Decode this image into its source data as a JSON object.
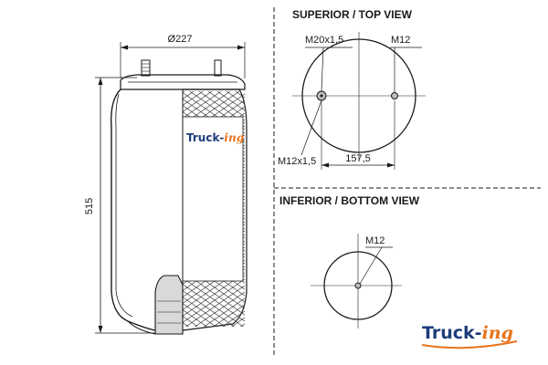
{
  "colors": {
    "line": "#1a1a1a",
    "brand_blue": "#1f3d7a",
    "brand_orange": "#e8731c"
  },
  "side_view": {
    "diameter_label": "Ø227",
    "height_label": "515",
    "brand": {
      "prefix": "Truck-",
      "suffix": "ing"
    }
  },
  "top_view": {
    "title": "SUPERIOR / TOP VIEW",
    "thread_left": "M20x1,5",
    "thread_right": "M12",
    "thread_bottom": "M12x1,5",
    "center_distance": "157,5"
  },
  "bottom_view": {
    "title": "INFERIOR / BOTTOM VIEW",
    "thread": "M12"
  },
  "logo": {
    "prefix": "Truck-",
    "suffix": "ing"
  }
}
